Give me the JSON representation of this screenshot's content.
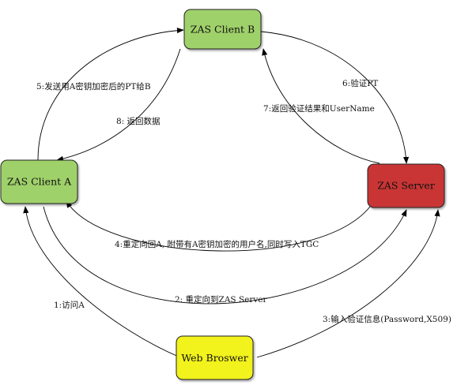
{
  "nodes": {
    "client_b": {
      "label": "ZAS Client B",
      "fill": "#9fd16a",
      "stroke": "#222222"
    },
    "client_a": {
      "label": "ZAS Client A",
      "fill": "#9fd16a",
      "stroke": "#222222"
    },
    "server": {
      "label": "ZAS Server",
      "fill": "#c93434",
      "stroke": "#222222"
    },
    "browser": {
      "label": "Web Broswer",
      "fill": "#f2f21f",
      "stroke": "#222222"
    }
  },
  "edges": [
    {
      "id": "e1",
      "label": "1:访问A"
    },
    {
      "id": "e2",
      "label": "2: 重定向到ZAS Server"
    },
    {
      "id": "e3",
      "label": "3:输入验证信息(Password,X509)"
    },
    {
      "id": "e4",
      "label": "4:重定向回A, 附带有A密钥加密的用户名,同时写入TGC"
    },
    {
      "id": "e5",
      "label": "5:发送用A密钥加密后的PT给B"
    },
    {
      "id": "e6",
      "label": "6:验证PT"
    },
    {
      "id": "e7",
      "label": "7:返回验证结果和UserName"
    },
    {
      "id": "e8",
      "label": "8: 返回数据"
    }
  ]
}
